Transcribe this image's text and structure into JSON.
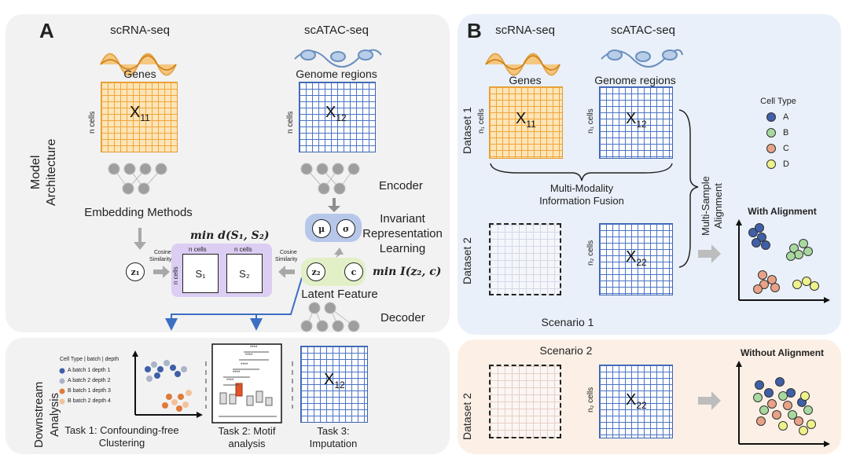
{
  "panel_a": {
    "letter": "A",
    "rna_title": "scRNA-seq",
    "atac_title": "scATAC-seq",
    "genes": "Genes",
    "genome_regions": "Genome regions",
    "x11": "X",
    "x11_sub": "11",
    "x12": "X",
    "x12_sub": "12",
    "n_cells": "n cells",
    "model_arch_1": "Model",
    "model_arch_2": "Architecture",
    "encoder": "Encoder",
    "decoder": "Decoder",
    "embedding_methods": "Embedding Methods",
    "invariant_1": "Invariant",
    "invariant_2": "Representation",
    "invariant_3": "Learning",
    "min_d": "min d(S₁, S₂)",
    "min_i": "min I(z₂, c)",
    "mu": "μ",
    "sigma": "σ",
    "z1": "z₁",
    "z2": "z₂",
    "c": "c",
    "cos_sim_1": "Cosine",
    "cos_sim_2": "Similarity",
    "s1": "S₁",
    "s2": "S₂",
    "latent_feature": "Latent Feature"
  },
  "downstream": {
    "label_1": "Downstream",
    "label_2": "Analysis",
    "legend_header": "Cell Type | batch | depth",
    "legend_items": [
      "A batch 1 depth 1",
      "A batch 2 depth 2",
      "B batch 1 depth 3",
      "B batch 2 depth 4"
    ],
    "task1_1": "Task 1: Confounding-free",
    "task1_2": "Clustering",
    "task2_1": "Task 2: Motif",
    "task2_2": "analysis",
    "task3_1": "Task 3:",
    "task3_2": "Imputation",
    "sig": "****"
  },
  "panel_b": {
    "letter": "B",
    "rna_title": "scRNA-seq",
    "atac_title": "scATAC-seq",
    "genes": "Genes",
    "genome_regions": "Genome regions",
    "dataset1": "Dataset 1",
    "dataset2": "Dataset 2",
    "n1_cells": "n₁ cells",
    "n2_cells": "n₂ cells",
    "x11": "X",
    "x11_sub": "11",
    "x12": "X",
    "x12_sub": "12",
    "x22": "X",
    "x22_sub": "22",
    "fusion_1": "Multi-Modality",
    "fusion_2": "Information Fusion",
    "multi_sample_1": "Multi-Sample",
    "multi_sample_2": "Alignment",
    "scenario1": "Scenario 1",
    "scenario2": "Scenario 2",
    "with_alignment": "With Alignment",
    "without_alignment": "Without Alignment",
    "cell_type_title": "Cell Type",
    "cell_types": [
      "A",
      "B",
      "C",
      "D"
    ]
  },
  "colors": {
    "cell_a": "#3f5fa8",
    "cell_b": "#a8d8a0",
    "cell_c": "#e8a287",
    "cell_d": "#eef28a"
  }
}
